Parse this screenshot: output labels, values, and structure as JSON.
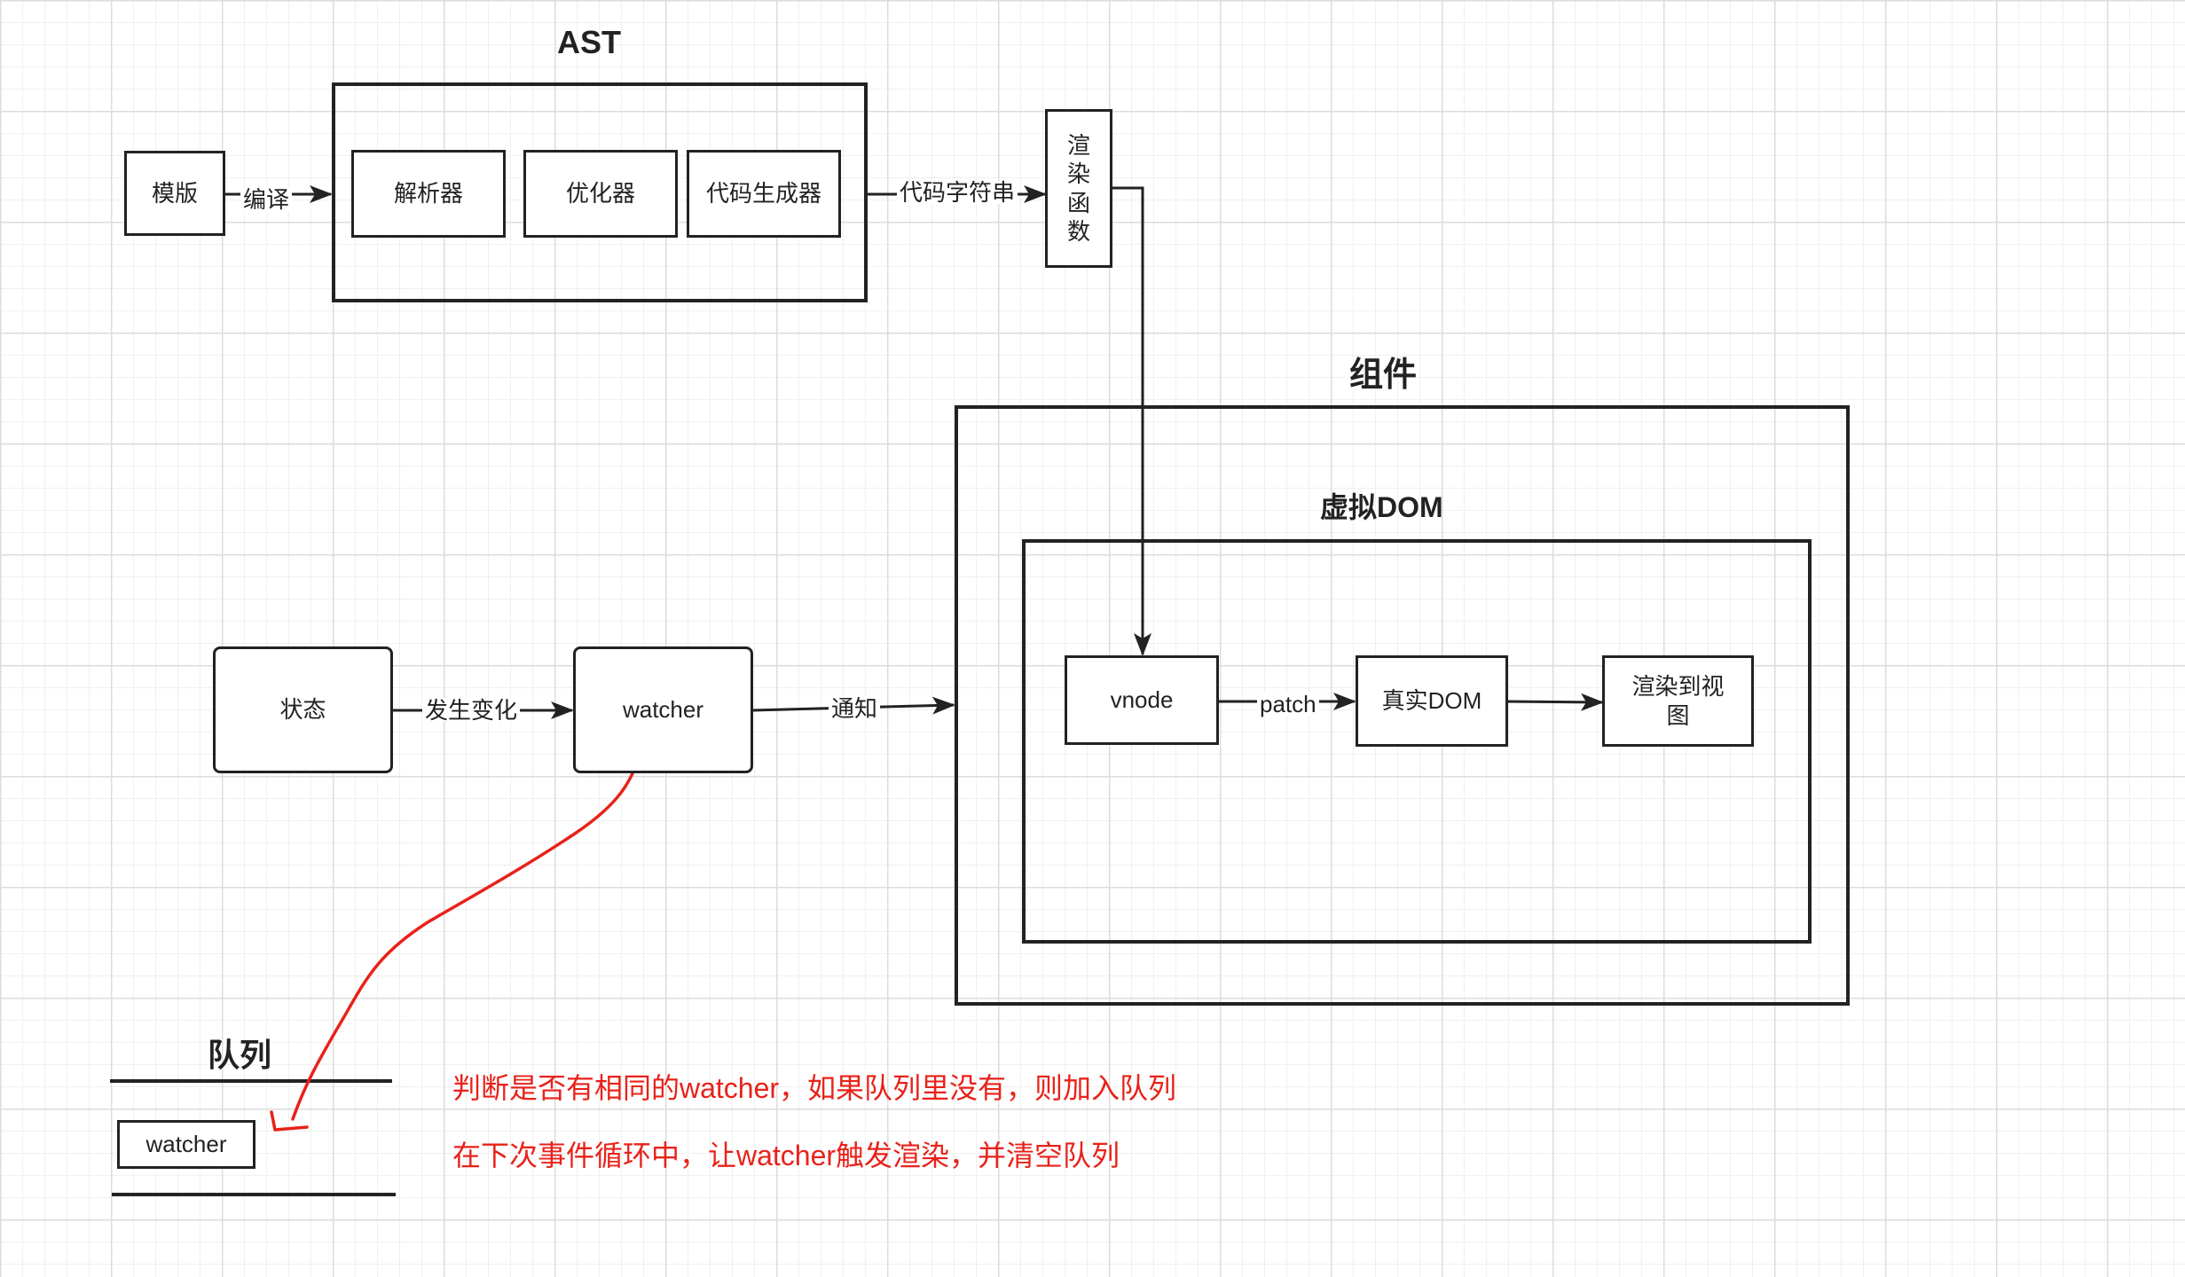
{
  "titles": {
    "ast": "AST",
    "component": "组件",
    "vdom": "虚拟DOM",
    "queue": "队列"
  },
  "nodes": {
    "template": "模版",
    "parser": "解析器",
    "optimizer": "优化器",
    "codegen": "代码生成器",
    "render_fn": [
      "渲",
      "染",
      "函",
      "数"
    ],
    "state": "状态",
    "watcher": "watcher",
    "vnode": "vnode",
    "real_dom": "真实DOM",
    "render_view": "渲染到视图",
    "queue_watcher": "watcher"
  },
  "edges": {
    "compile": "编译",
    "code_string": "代码字符串",
    "state_change": "发生变化",
    "notify": "通知",
    "patch": "patch"
  },
  "notes": {
    "line1": "判断是否有相同的watcher，如果队列里没有，则加入队列",
    "line2": "在下次事件循环中，让watcher触发渲染，并清空队列"
  },
  "colors": {
    "stroke": "#222222",
    "annotation": "#e8221a"
  }
}
